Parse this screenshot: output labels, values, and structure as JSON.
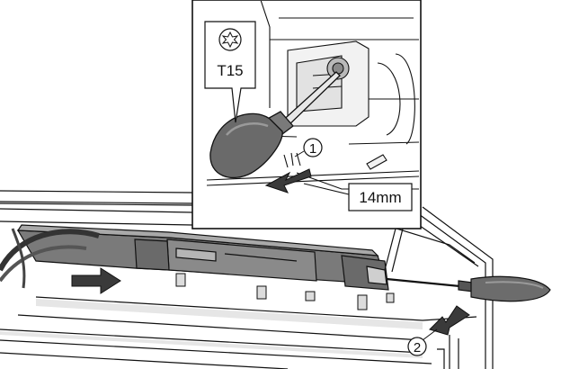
{
  "figure": {
    "type": "installation-illustration",
    "tool_callout": {
      "icon": "torx-star-icon",
      "size_label": "T15"
    },
    "step_markers": [
      {
        "label": "1"
      },
      {
        "label": "2"
      }
    ],
    "dimension": {
      "label": "14mm"
    },
    "colors": {
      "line": "#111111",
      "dark_grey": "#6e6e6e",
      "mid_grey": "#9a9a9a",
      "light_grey": "#d0d0d0",
      "arrow": "#3a3a3a",
      "background": "#ffffff"
    }
  }
}
